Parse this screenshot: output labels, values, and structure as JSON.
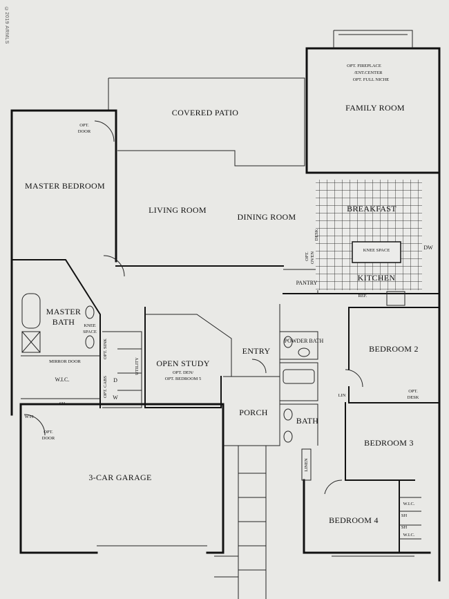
{
  "watermark": "©2019 ARMLS",
  "rooms": {
    "covered_patio": "COVERED PATIO",
    "family_room": "FAMILY ROOM",
    "opt_fireplace_1": "OPT. FIREPLACE",
    "opt_fireplace_2": "/ENT.CENTER",
    "opt_fireplace_3": "OPT. FULL NICHE",
    "opt_door_master_1": "OPT.",
    "opt_door_master_2": "DOOR",
    "master_bedroom": "MASTER BEDROOM",
    "living_room": "LIVING ROOM",
    "dining_room": "DINING ROOM",
    "breakfast": "BREAKFAST",
    "desk_v": "DESK",
    "knee_space_k": "KNEE SPACE",
    "dw": "DW",
    "opt_oven_1": "OPT.",
    "opt_oven_2": "OVEN",
    "pantry": "PANTRY",
    "kitchen": "KITCHEN",
    "ref": "REF.",
    "master_bath_1": "MASTER",
    "master_bath_2": "BATH",
    "knee_1": "KNEE",
    "knee_2": "SPACE",
    "opt_cabs": "OPT. CABS",
    "opt_sink": "OPT. SINK",
    "utility": "UTILITY",
    "mirror_door": "MIRROR DOOR",
    "wic_master": "W.I.C.",
    "d": "D",
    "w": "W",
    "sh_master": "SH",
    "open_study": "OPEN STUDY",
    "opt_den": "OPT. DEN/",
    "opt_bed5": "OPT. BEDROOM 5",
    "entry": "ENTRY",
    "powder_bath": "POWDER BATH",
    "bedroom_2": "BEDROOM 2",
    "lin_small": "LIN",
    "opt_desk_1": "OPT.",
    "opt_desk_2": "DESK",
    "wh": "W/H",
    "opt_door_garage_1": "OPT.",
    "opt_door_garage_2": "DOOR",
    "porch": "PORCH",
    "bath": "BATH",
    "bedroom_3": "BEDROOM 3",
    "linen": "LINEN",
    "garage": "3-CAR GARAGE",
    "wic_b3": "W.I.C.",
    "sh_1": "SH",
    "sh_2": "SH",
    "wic_b4": "W.I.C.",
    "bedroom_4": "BEDROOM 4"
  }
}
